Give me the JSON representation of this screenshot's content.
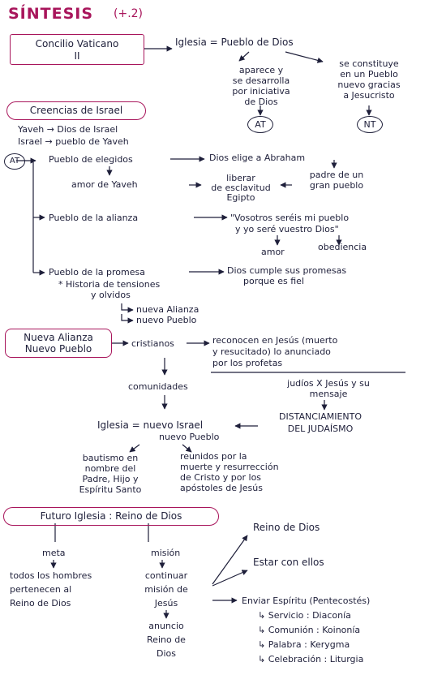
{
  "title": "SÍNTESIS",
  "title_note": "(+.2)",
  "concilio": {
    "line1": "Concilio Vaticano",
    "line2": "II"
  },
  "iglesia_pueblo": "Iglesia = Pueblo de Dios",
  "aparece": [
    "aparece y",
    "se desarrolla",
    "por iniciativa",
    "de Dios"
  ],
  "constituye": [
    "se constituye",
    "en un Pueblo",
    "nuevo gracias",
    "a Jesucristo"
  ],
  "at_label": "AT",
  "nt_label": "NT",
  "creencias": "Creencias de Israel",
  "yaveh_dios": "Yaveh → Dios de Israel",
  "israel_pueblo": "Israel → pueblo de Yaveh",
  "pueblo_elegidos": "Pueblo de elegidos",
  "dios_elige": "Dios elige a Abraham",
  "padre_de_un": [
    "padre de un",
    "gran pueblo"
  ],
  "amor_yaveh": "amor de Yaveh",
  "liberar": [
    "liberar",
    "de esclavitud",
    "Egipto"
  ],
  "pueblo_alianza": "Pueblo de la alianza",
  "vosotros": [
    "\"Vosotros seréis mi pueblo",
    "y yo seré vuestro Dios\""
  ],
  "amor": "amor",
  "obediencia": "obediencia",
  "pueblo_promesa": "Pueblo de la promesa",
  "dios_cumple": [
    "Dios cumple sus promesas",
    "porque es fiel"
  ],
  "historia": [
    "* Historia de tensiones",
    "y olvidos"
  ],
  "nueva_alianza": "nueva Alianza",
  "nuevo_pueblo_small": "nuevo Pueblo",
  "nueva_alianza_box": [
    "Nueva Alianza",
    "Nuevo Pueblo"
  ],
  "cristianos": "cristianos",
  "reconocen": [
    "reconocen en Jesús (muerto",
    "y resucitado) lo anunciado",
    "por los profetas"
  ],
  "comunidades": "comunidades",
  "judios": [
    "judíos X Jesús y su",
    "mensaje"
  ],
  "distanciamiento": [
    "DISTANCIAMIENTO",
    "DEL JUDAÍSMO"
  ],
  "iglesia_israel": [
    "Iglesia = nuevo Israel",
    "nuevo Pueblo"
  ],
  "bautismo": [
    "bautismo en",
    "nombre del",
    "Padre, Hijo y",
    "Espíritu Santo"
  ],
  "reunidos": [
    "reunidos por la",
    "muerte y resurrección",
    "de Cristo y por los",
    "apóstoles de Jesús"
  ],
  "futuro": "Futuro Iglesia : Reino de Dios",
  "meta": "meta",
  "todos": [
    "todos los hombres",
    "pertenecen al",
    "Reino de Dios"
  ],
  "mision": "misión",
  "continuar": [
    "continuar",
    "misión de",
    "Jesús"
  ],
  "anuncio": [
    "anuncio",
    "Reino de",
    "Dios"
  ],
  "reino_dios": "Reino de Dios",
  "estar": "Estar con ellos",
  "enviar": "Enviar Espíritu (Pentecostés)",
  "servicio": "↳ Servicio : Diaconía",
  "comunion": "↳ Comunión : Koinonía",
  "palabra": "↳ Palabra : Kerygma",
  "celebracion": "↳ Celebración : Liturgia",
  "colors": {
    "ink": "#1e1f3a",
    "accent": "#a8155b"
  }
}
